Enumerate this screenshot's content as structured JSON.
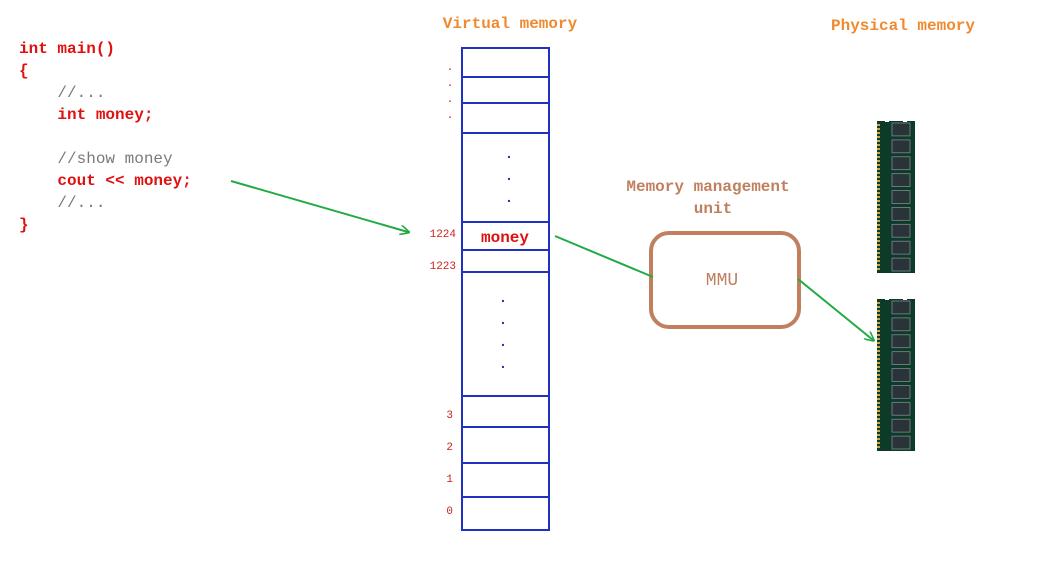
{
  "code": {
    "lines": [
      {
        "text": "int main()",
        "style": "red"
      },
      {
        "text": "{",
        "style": "red"
      },
      {
        "text": "    //...",
        "style": "gray"
      },
      {
        "text": "    int money;",
        "style": "red"
      },
      {
        "text": "",
        "style": "gray"
      },
      {
        "text": "    //show money",
        "style": "gray"
      },
      {
        "text": "    cout << money;",
        "style": "red"
      },
      {
        "text": "    //...",
        "style": "gray"
      },
      {
        "text": "}",
        "style": "red"
      }
    ]
  },
  "virtual_memory": {
    "title": "Virtual memory",
    "top_dots": [
      ".",
      ".",
      ".",
      "."
    ],
    "addresses": {
      "a1224": "1224",
      "a1223": "1223",
      "a3": "3",
      "a2": "2",
      "a1": "1",
      "a0": "0"
    },
    "money_cell": "money",
    "ellipsis_dot": "."
  },
  "mmu": {
    "title_line1": "Memory management",
    "title_line2": "unit",
    "label": "MMU"
  },
  "physical_memory": {
    "title": "Physical memory"
  },
  "colors": {
    "code_red": "#e01010",
    "code_gray": "#7a7a7a",
    "memory_outline": "#2030c0",
    "arrow_green": "#22aa44",
    "mmu_brown": "#c08060",
    "title_orange": "#f08a30",
    "ram_green": "#0e3a28"
  }
}
